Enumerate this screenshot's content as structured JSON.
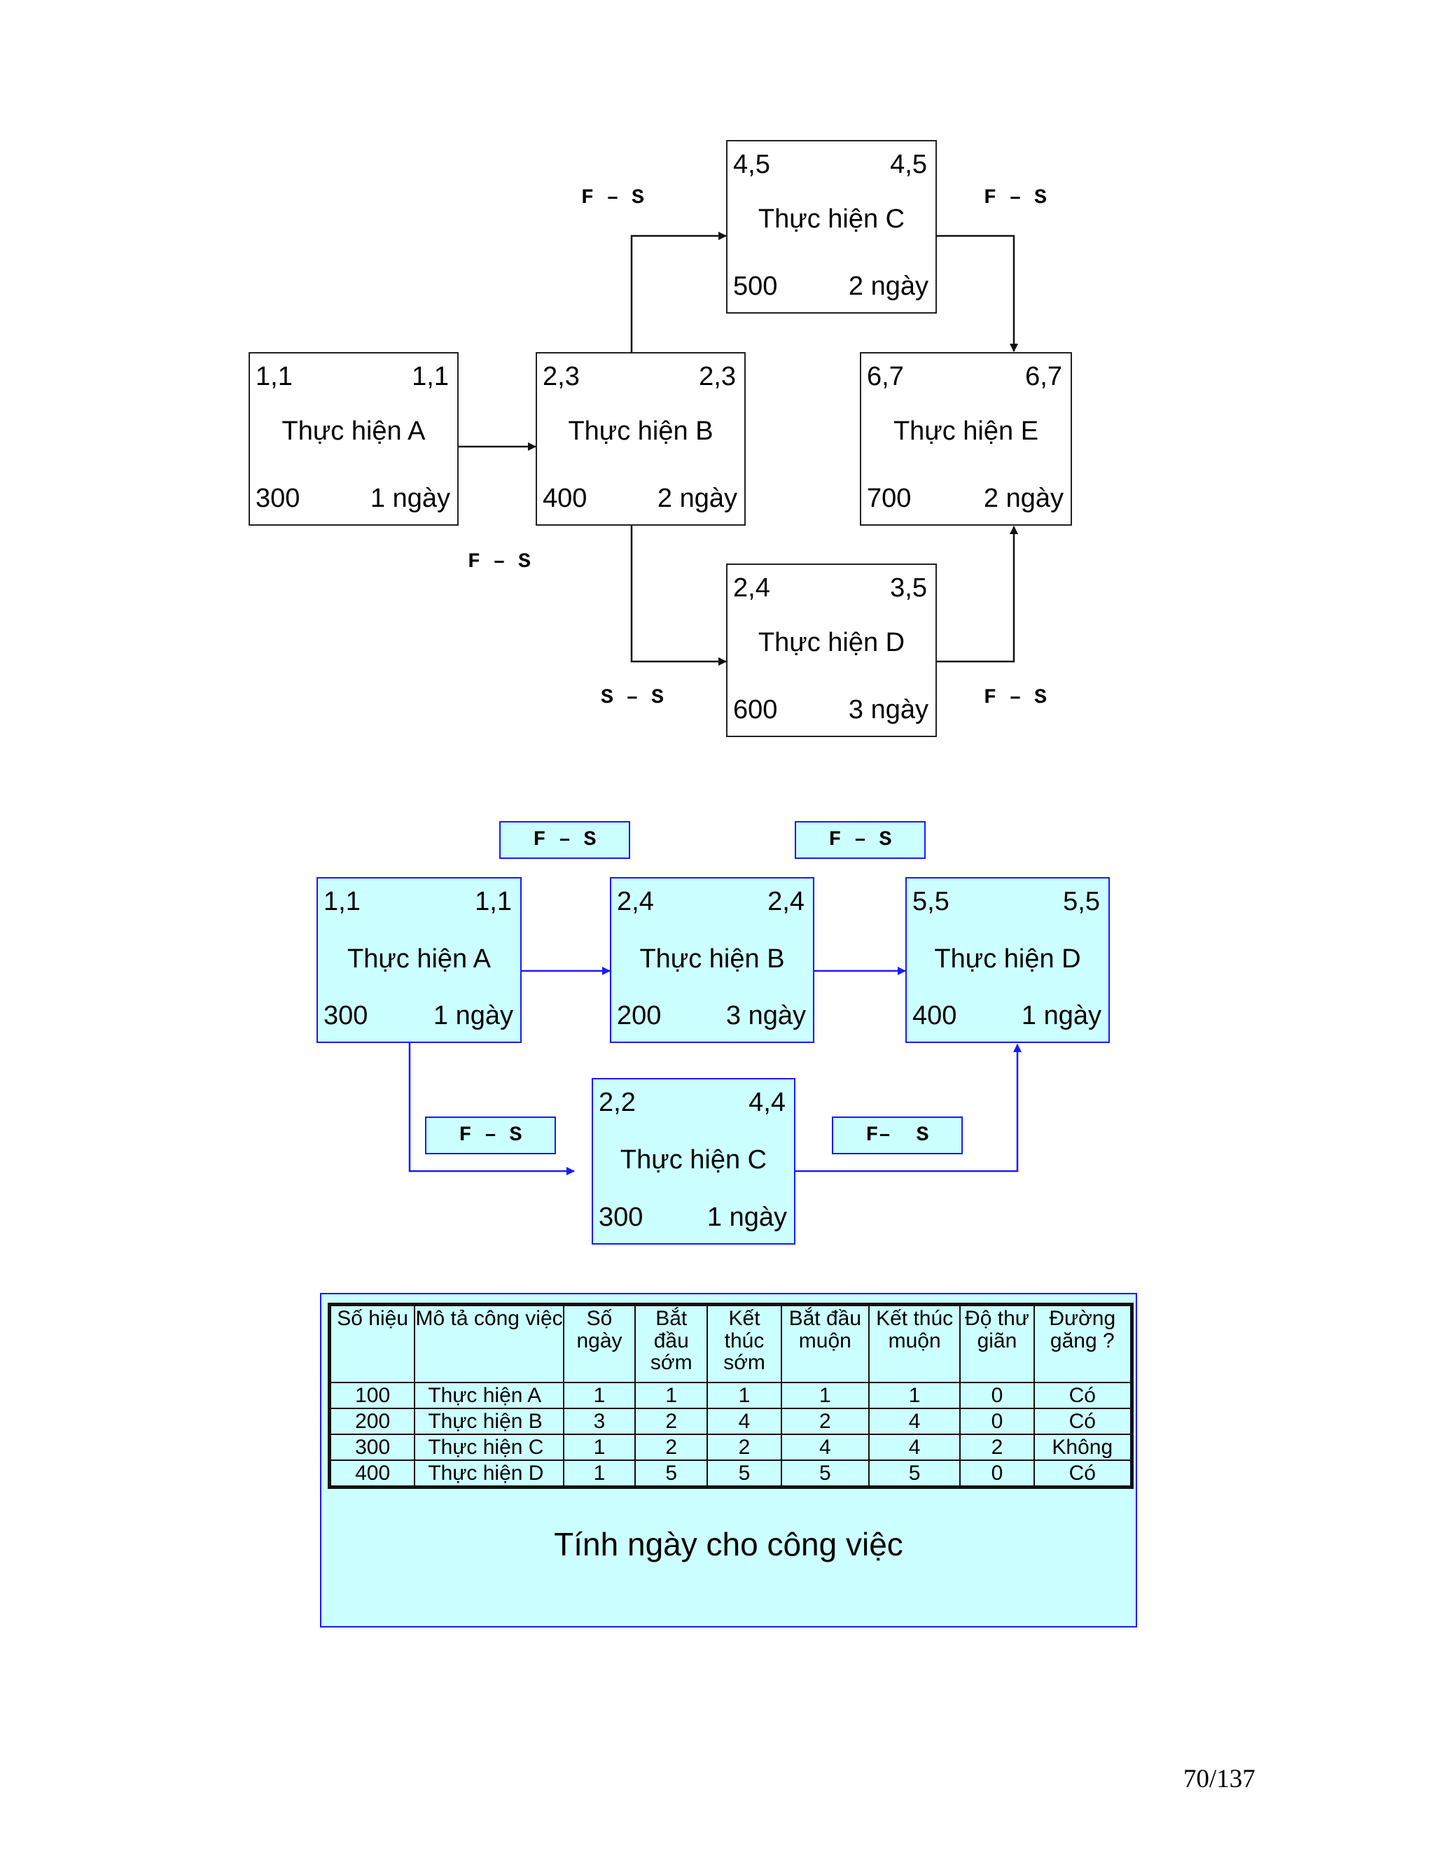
{
  "diagram_top": {
    "nodes": [
      {
        "id": "top-a",
        "early": "1,1",
        "late": "1,1",
        "name": "Thực hiện A",
        "code": "300",
        "duration": "1 ngày"
      },
      {
        "id": "top-b",
        "early": "2,3",
        "late": "2,3",
        "name": "Thực hiện B",
        "code": "400",
        "duration": "2 ngày"
      },
      {
        "id": "top-c",
        "early": "4,5",
        "late": "4,5",
        "name": "Thực hiện C",
        "code": "500",
        "duration": "2 ngày"
      },
      {
        "id": "top-d",
        "early": "2,4",
        "late": "3,5",
        "name": "Thực hiện D",
        "code": "600",
        "duration": "3 ngày"
      },
      {
        "id": "top-e",
        "early": "6,7",
        "late": "6,7",
        "name": "Thực hiện E",
        "code": "700",
        "duration": "2 ngày"
      }
    ],
    "relations": [
      {
        "id": "rel-b-c",
        "label": "F – S"
      },
      {
        "id": "rel-c-e",
        "label": "F – S"
      },
      {
        "id": "rel-b-d-fs",
        "label": "F – S"
      },
      {
        "id": "rel-b-d-ss",
        "label": "S – S"
      },
      {
        "id": "rel-d-e",
        "label": "F – S"
      }
    ]
  },
  "diagram_bottom": {
    "nodes": [
      {
        "id": "bot-a",
        "early": "1,1",
        "late": "1,1",
        "name": "Thực hiện A",
        "code": "300",
        "duration": "1 ngày"
      },
      {
        "id": "bot-b",
        "early": "2,4",
        "late": "2,4",
        "name": "Thực hiện B",
        "code": "200",
        "duration": "3 ngày"
      },
      {
        "id": "bot-d",
        "early": "5,5",
        "late": "5,5",
        "name": "Thực hiện D",
        "code": "400",
        "duration": "1 ngày"
      },
      {
        "id": "bot-c",
        "early": "2,2",
        "late": "4,4",
        "name": "Thực hiện C",
        "code": "300",
        "duration": "1 ngày"
      }
    ],
    "relations": [
      {
        "id": "rel2-a-b",
        "label": "F – S"
      },
      {
        "id": "rel2-b-d",
        "label": "F – S"
      },
      {
        "id": "rel2-a-c",
        "label": "F – S"
      },
      {
        "id": "rel2-c-d",
        "label": "F–  S"
      }
    ]
  },
  "table": {
    "headers": [
      "Số hiệu",
      "Mô tả công việc",
      "Số ngày",
      "Bắt đầu sớm",
      "Kết thúc sớm",
      "Bắt đầu muộn",
      "Kết thúc muộn",
      "Độ thư giãn",
      "Đường găng ?"
    ],
    "rows": [
      [
        "100",
        "Thực hiện A",
        "1",
        "1",
        "1",
        "1",
        "1",
        "0",
        "Có"
      ],
      [
        "200",
        "Thực hiện B",
        "3",
        "2",
        "4",
        "2",
        "4",
        "0",
        "Có"
      ],
      [
        "300",
        "Thực hiện C",
        "1",
        "2",
        "2",
        "4",
        "4",
        "2",
        "Không"
      ],
      [
        "400",
        "Thực hiện D",
        "1",
        "5",
        "5",
        "5",
        "5",
        "0",
        "Có"
      ]
    ],
    "caption": "Tính ngày cho công việc"
  },
  "page_number": "70/137",
  "colors": {
    "line_dark": "#222222",
    "line_blue": "#1a1aff",
    "fill_blue": "#ccffff"
  }
}
